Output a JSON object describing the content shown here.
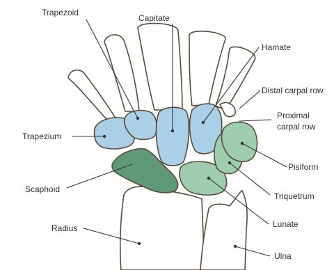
{
  "colors": {
    "distal_row": "#a9d0e6",
    "scaphoid": "#5f9a78",
    "proximal_light": "#9fcdb0",
    "outline": "#5a4a38"
  },
  "labels": {
    "trapezoid": "Trapezoid",
    "capitate": "Capitate",
    "hamate": "Hamate",
    "distal_carpal_row": "Distal carpal row",
    "proximal_carpal_row_1": "Proximal",
    "proximal_carpal_row_2": "carpal row",
    "trapezium": "Trapezium",
    "pisiform": "Pisiform",
    "scaphoid": "Scaphoid",
    "triquetrum": "Triquetrum",
    "radius": "Radius",
    "lunate": "Lunate",
    "ulna": "Ulna"
  }
}
